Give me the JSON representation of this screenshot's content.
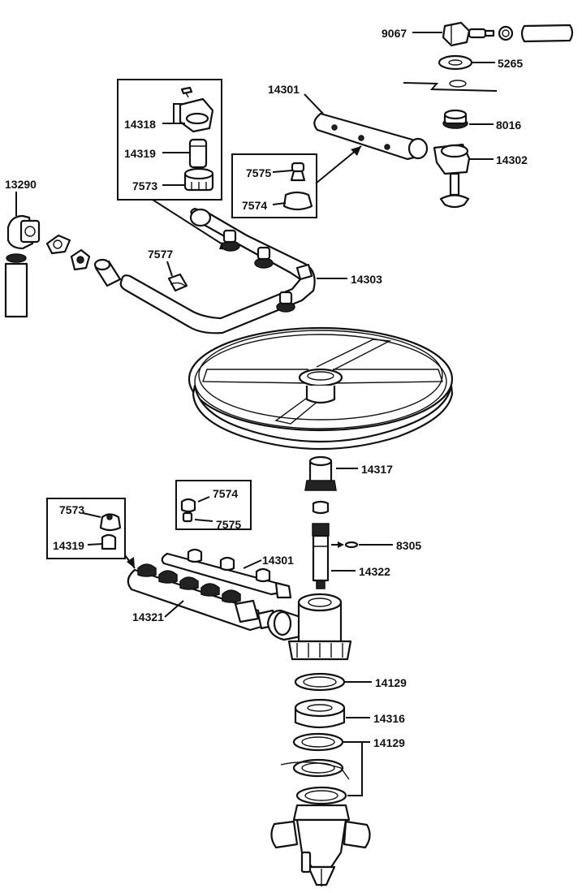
{
  "labels": {
    "p9067": "9067",
    "p5265": "5265",
    "p14301_top": "14301",
    "p8016": "8016",
    "p14302": "14302",
    "p14318": "14318",
    "p14319_top": "14319",
    "p7573_top": "7573",
    "p7575_top": "7575",
    "p7574_top": "7574",
    "p13290": "13290",
    "p7577": "7577",
    "p14303": "14303",
    "p14317": "14317",
    "p7574_bot": "7574",
    "p7575_bot": "7575",
    "p7573_bot": "7573",
    "p14319_bot": "14319",
    "p14301_bot": "14301",
    "p8305": "8305",
    "p14322": "14322",
    "p14321": "14321",
    "p14129_a": "14129",
    "p14316": "14316",
    "p14129_b": "14129"
  }
}
